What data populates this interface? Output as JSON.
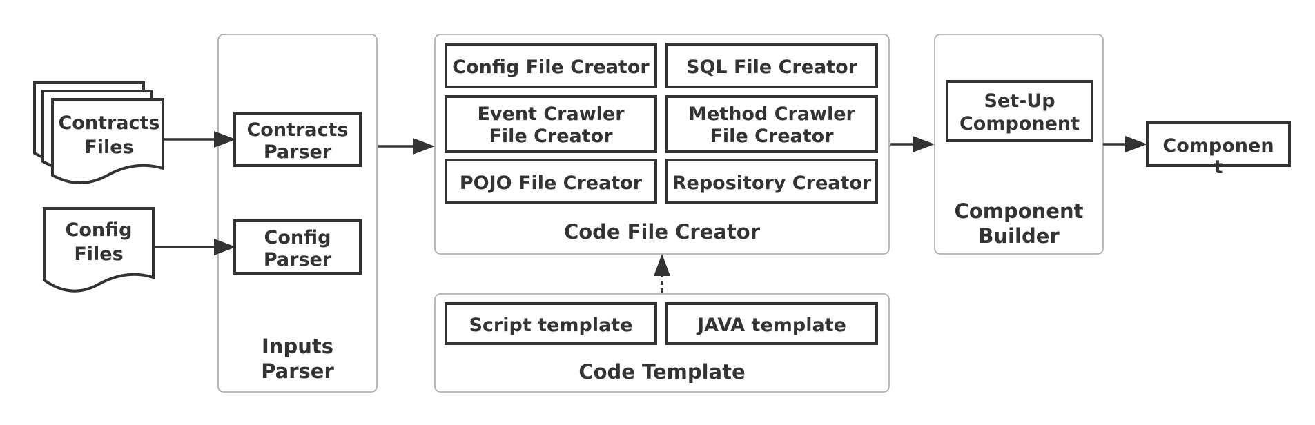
{
  "inputs": {
    "contracts_files": [
      "Contracts",
      "Files"
    ],
    "config_files": [
      "Config",
      "Files"
    ]
  },
  "inputs_parser": {
    "title": [
      "Inputs",
      "Parser"
    ],
    "contracts_parser": [
      "Contracts",
      "Parser"
    ],
    "config_parser": [
      "Config",
      "Parser"
    ]
  },
  "code_file_creator": {
    "title": "Code File Creator",
    "config_file_creator": "Config File Creator",
    "sql_file_creator": "SQL File Creator",
    "event_crawler": [
      "Event Crawler",
      "File Creator"
    ],
    "method_crawler": [
      "Method Crawler",
      "File Creator"
    ],
    "pojo_file_creator": "POJO File Creator",
    "repository_creator": "Repository Creator"
  },
  "code_template": {
    "title": "Code Template",
    "script_template": "Script template",
    "java_template": "JAVA template"
  },
  "component_builder": {
    "title": [
      "Component",
      "Builder"
    ],
    "setup_component": [
      "Set-Up",
      "Component"
    ]
  },
  "output": {
    "component": [
      "Componen",
      "t"
    ]
  }
}
